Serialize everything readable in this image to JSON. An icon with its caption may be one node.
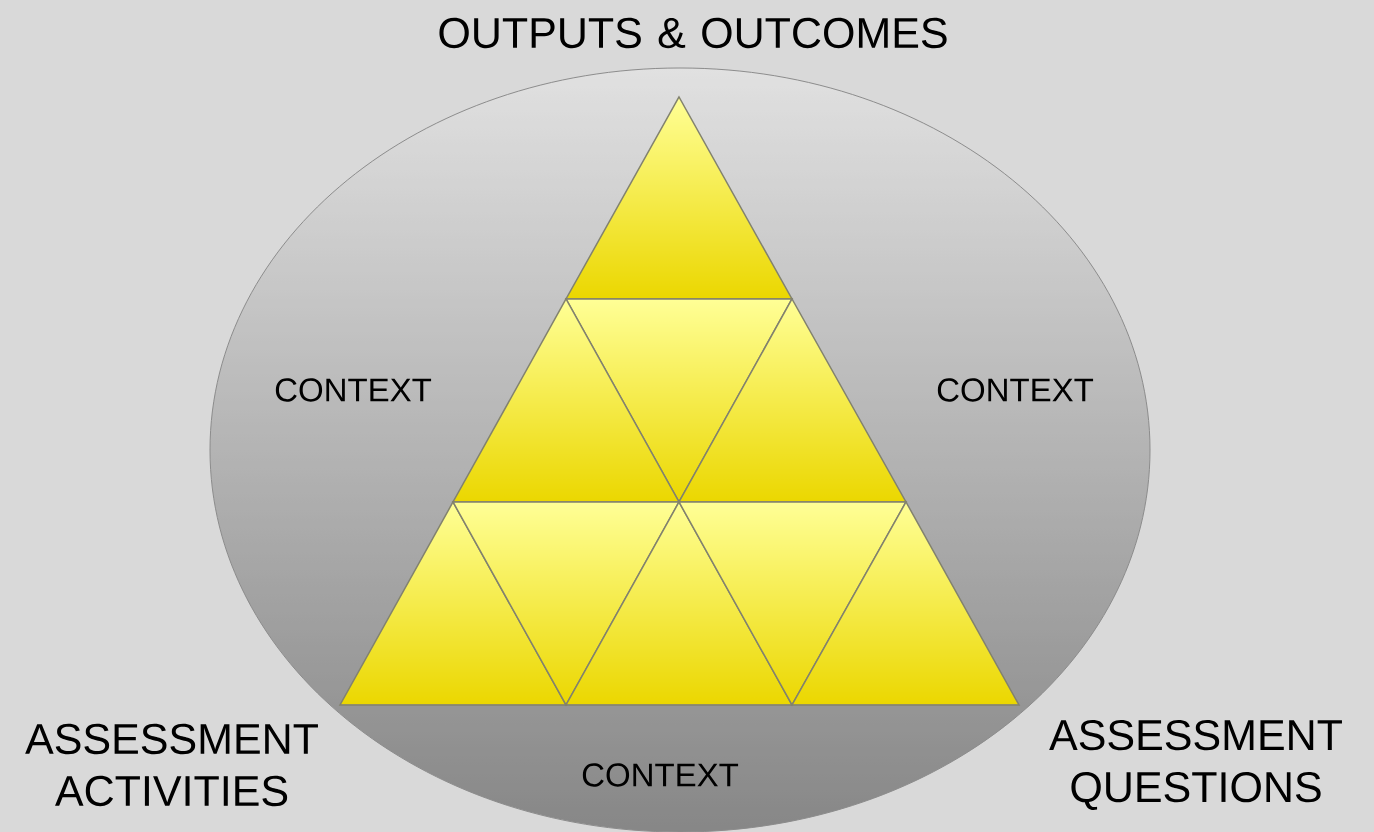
{
  "diagram": {
    "nodes": [
      {
        "text": [
          "CONTEXT",
          "CONTEXT",
          "CONTEXT"
        ]
      },
      {
        "text": [],
        "shape": "triangle",
        "in": 0
      },
      {
        "text": [],
        "shape": "triangle",
        "in": 0
      },
      {
        "text": [],
        "shape": "triangle",
        "in": 0
      },
      {
        "text": [],
        "shape": "triangle",
        "in": 0
      },
      {
        "text": [],
        "shape": "triangle",
        "in": 0
      },
      {
        "text": [],
        "shape": "triangle",
        "in": 0
      },
      {
        "text": [],
        "shape": "triangle",
        "in": 0
      },
      {
        "text": [],
        "shape": "triangle",
        "in": 0
      },
      {
        "text": [],
        "shape": "triangle",
        "in": 0
      }
    ],
    "labels": [
      "OUTPUTS & OUTCOMES",
      "ASSESSMENT ACTIVITIES",
      "ASSESSMENT QUESTIONS"
    ]
  }
}
